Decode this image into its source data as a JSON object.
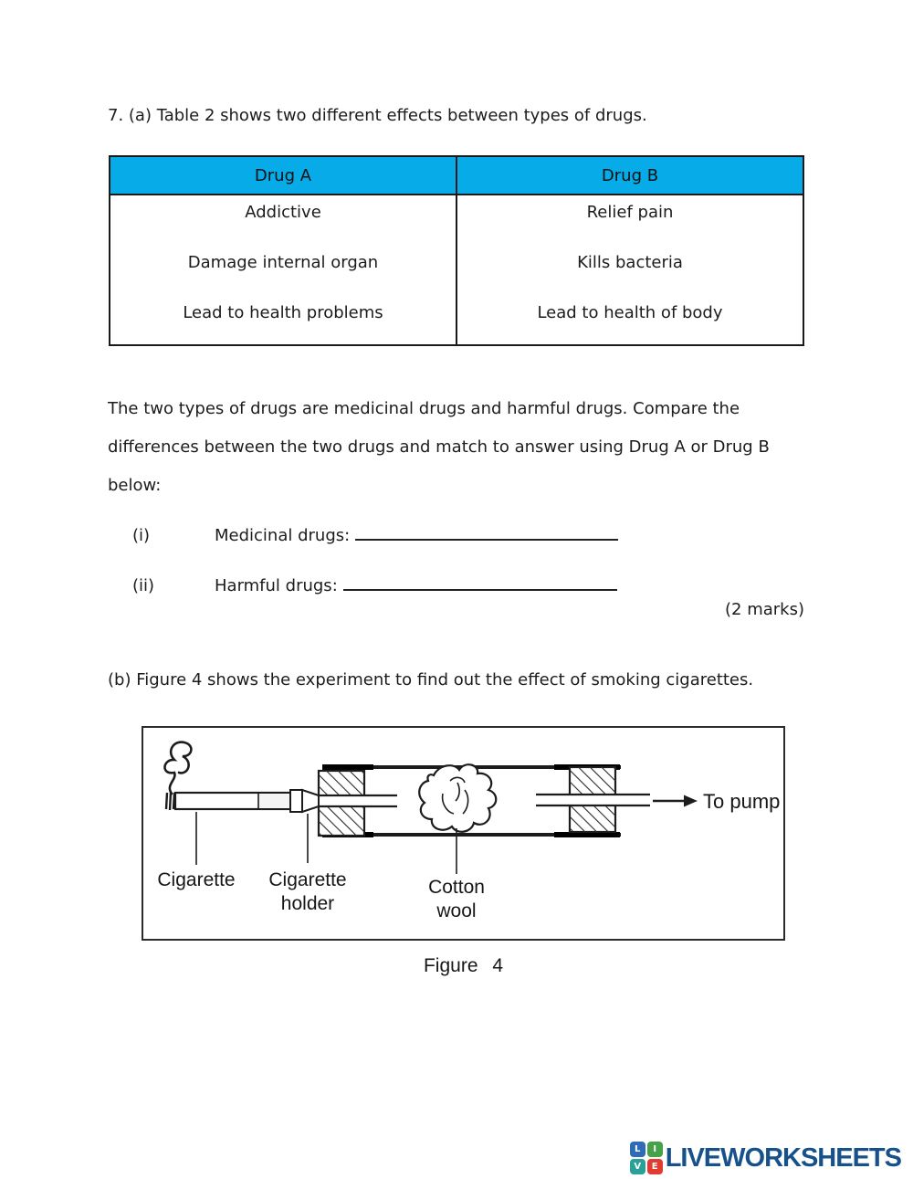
{
  "question_a": "7. (a) Table 2 shows two different effects between types of drugs.",
  "table2": {
    "header_bg": "#07ABE8",
    "headers": [
      "Drug A",
      "Drug B"
    ],
    "col_a": [
      "Addictive",
      "Damage internal organ",
      "Lead to health problems"
    ],
    "col_b": [
      "Relief pain",
      "Kills bacteria",
      "Lead to health of body"
    ]
  },
  "paragraph_lines": [
    "The two types of drugs are medicinal drugs and harmful drugs. Compare the",
    "differences between the two drugs and match to answer using Drug A or Drug B",
    "below:"
  ],
  "items": [
    {
      "numeral": "(i)",
      "label": "Medicinal drugs:"
    },
    {
      "numeral": "(ii)",
      "label": "Harmful drugs:"
    }
  ],
  "marks_label": "(2 marks)",
  "question_b": "(b) Figure 4 shows the experiment to find out the effect of smoking cigarettes.",
  "figure4": {
    "caption": "Figure 4",
    "labels": {
      "cigarette": "Cigarette",
      "holder1": "Cigarette",
      "holder2": "holder",
      "cotton1": "Cotton",
      "cotton2": "wool",
      "to_pump": "To pump"
    }
  },
  "footer_logo": {
    "squares": [
      {
        "letter": "L",
        "color": "#2E6CB5"
      },
      {
        "letter": "I",
        "color": "#46A248"
      },
      {
        "letter": "V",
        "color": "#2AA198"
      },
      {
        "letter": "E",
        "color": "#E23B33"
      }
    ],
    "brand": "LIVEWORKSHEETS",
    "brand_color": "#17518B"
  }
}
